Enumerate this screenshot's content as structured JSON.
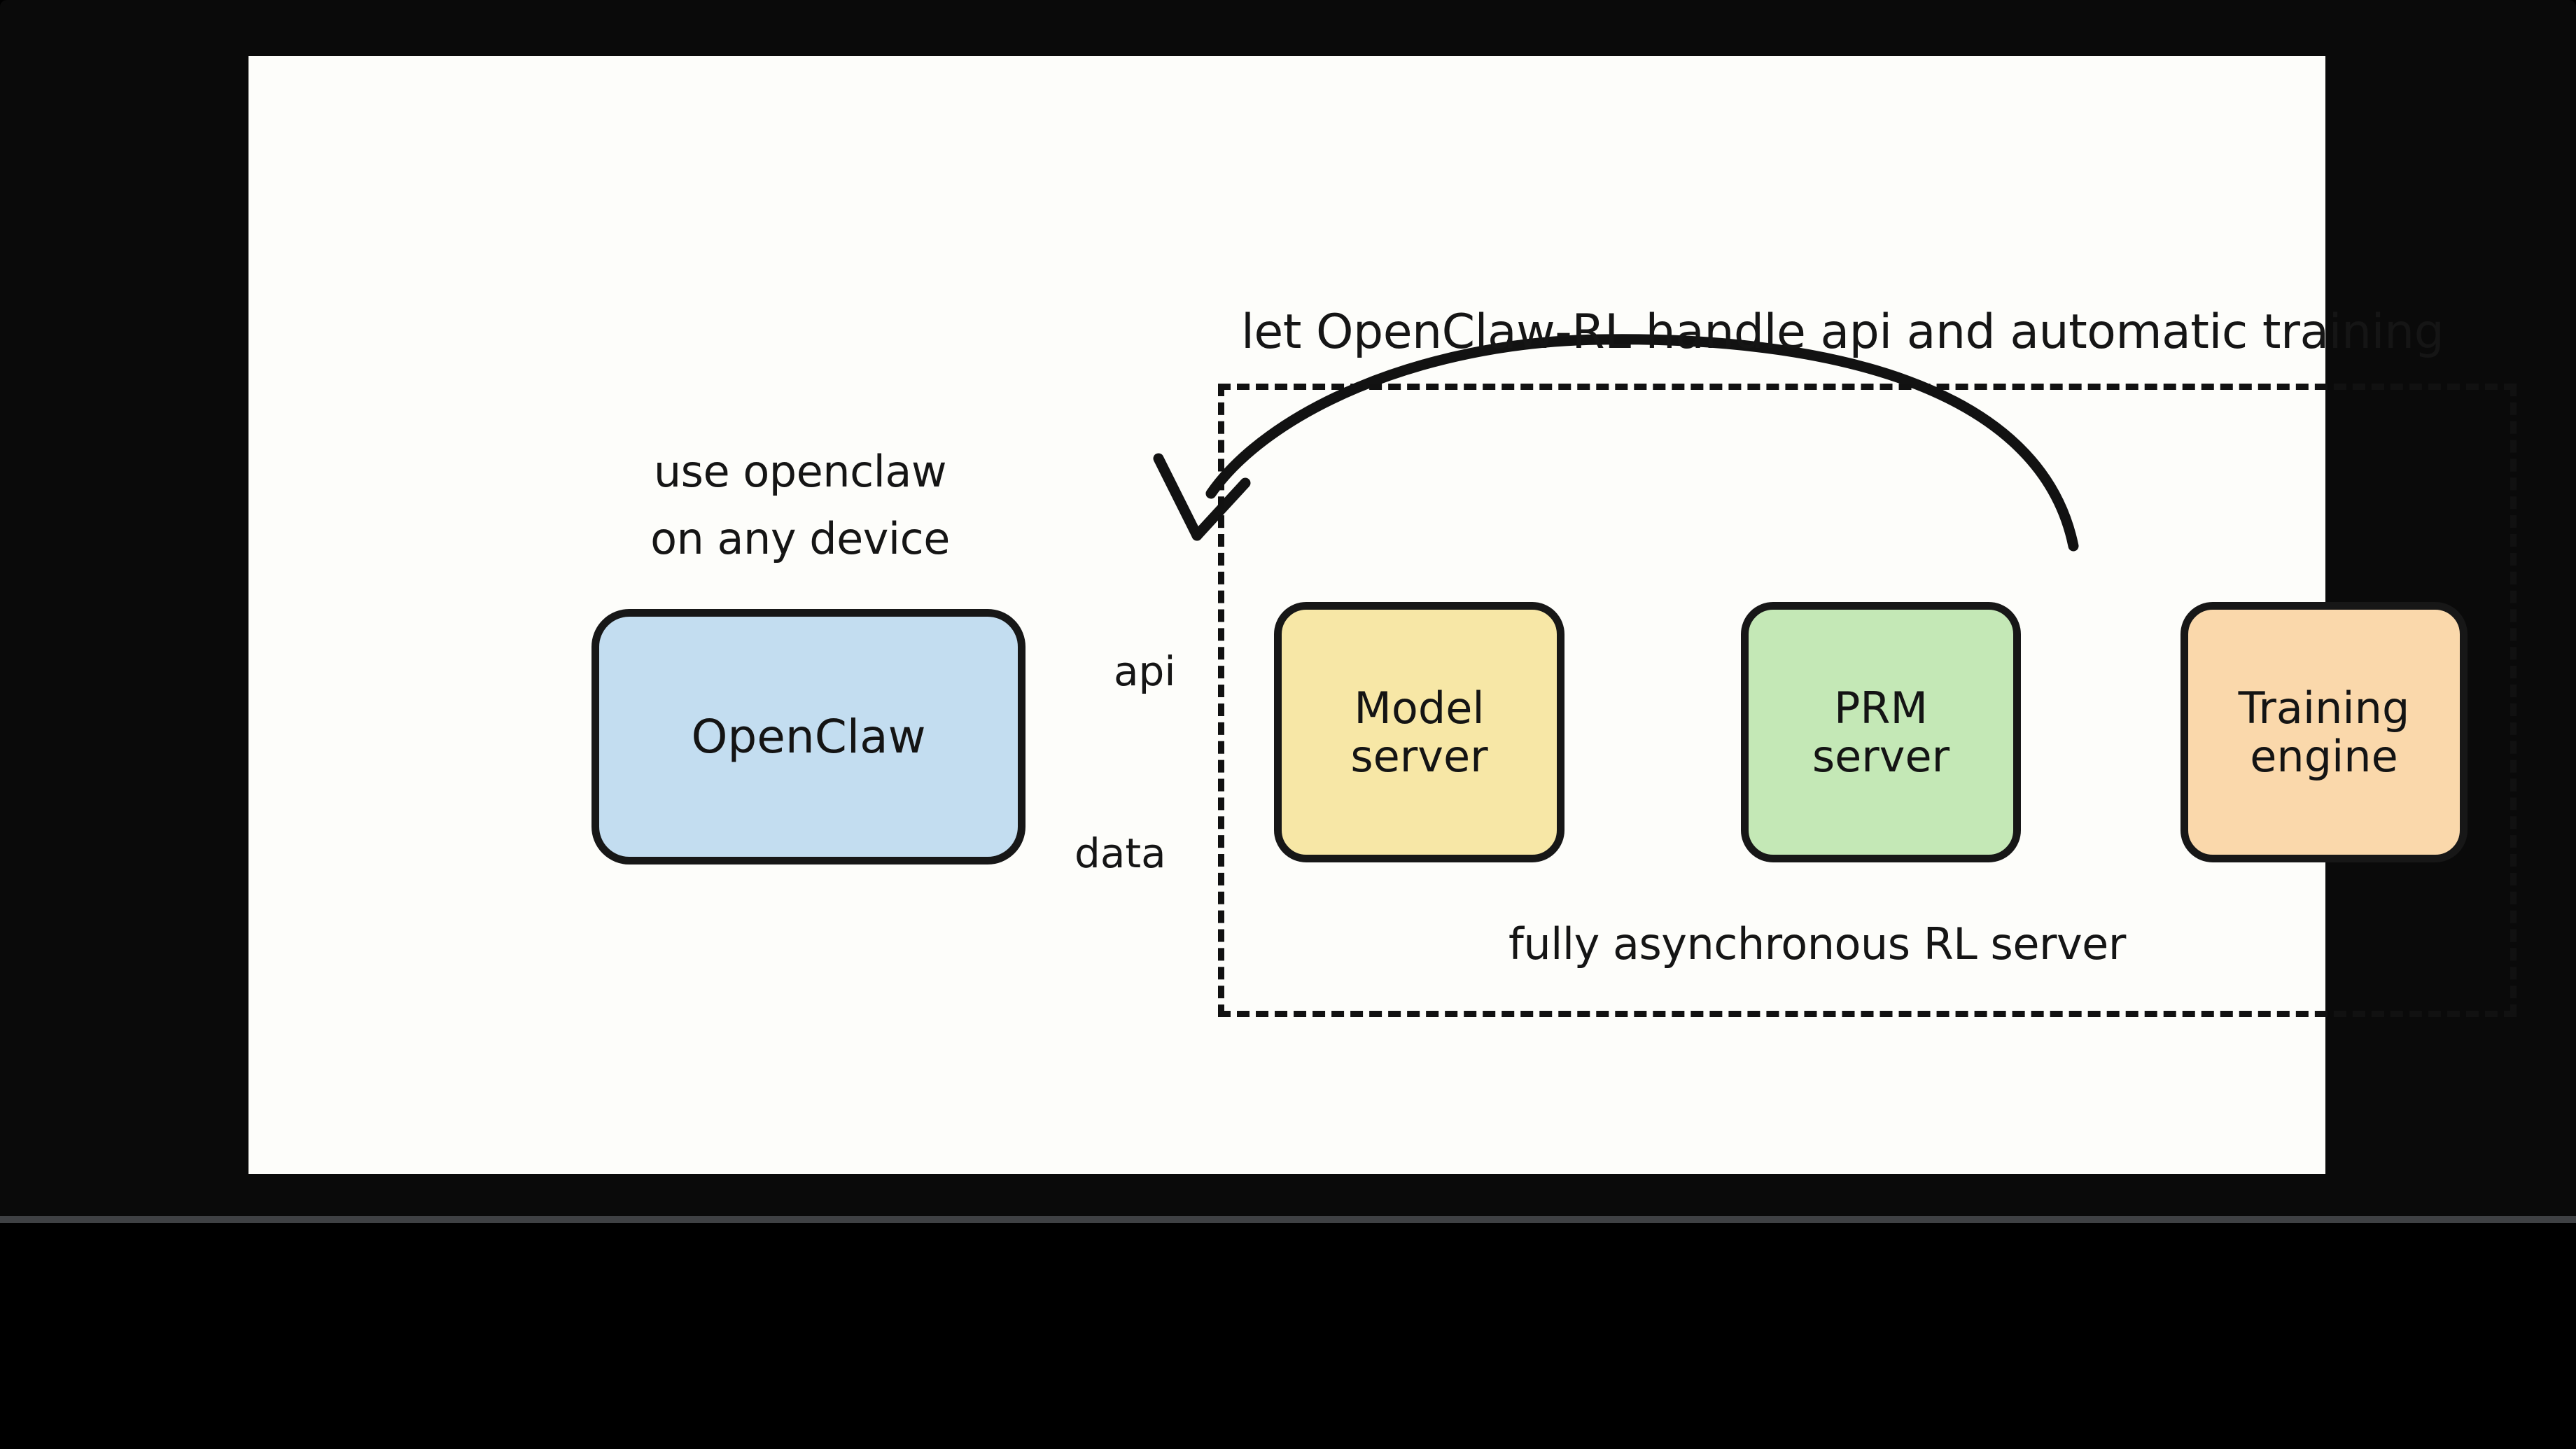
{
  "diagram": {
    "title": "let OpenClaw-RL handle api and automatic training",
    "left_caption_line1": "use openclaw",
    "left_caption_line2": "on any device",
    "bottom_caption": "fully asynchronous RL server",
    "nodes": [
      {
        "id": "openclaw",
        "label_line1": "OpenClaw",
        "label_line2": "",
        "color": "#c3ddf0"
      },
      {
        "id": "model-server",
        "label_line1": "Model",
        "label_line2": "server",
        "color": "#f7e7a6"
      },
      {
        "id": "prm-server",
        "label_line1": "PRM",
        "label_line2": "server",
        "color": "#c4e8b6"
      },
      {
        "id": "training-engine",
        "label_line1": "Training",
        "label_line2": "engine",
        "color": "#fad8ab"
      }
    ],
    "edges": [
      {
        "id": "api",
        "label": "api",
        "from": "model-server",
        "to": "openclaw",
        "direction": "left",
        "style": "straight"
      },
      {
        "id": "data",
        "label": "data",
        "from": "openclaw",
        "to": "model-server",
        "direction": "right",
        "style": "straight"
      },
      {
        "id": "model-prm",
        "label": "",
        "from": "model-server",
        "to": "prm-server",
        "direction": "right",
        "style": "straight"
      },
      {
        "id": "prm-train",
        "label": "",
        "from": "prm-server",
        "to": "training-engine",
        "direction": "right",
        "style": "straight"
      },
      {
        "id": "feedback",
        "label": "",
        "from": "training-engine",
        "to": "model-server",
        "direction": "left",
        "style": "curved-arc"
      }
    ],
    "container": {
      "id": "rl-server-box",
      "border_style": "dashed",
      "label": "fully asynchronous RL server"
    },
    "colors": {
      "canvas_background": "#fdfdfa",
      "stroke": "#171717",
      "player_chrome": "#0a0a0a",
      "seek_bar": "#3f4144"
    }
  }
}
